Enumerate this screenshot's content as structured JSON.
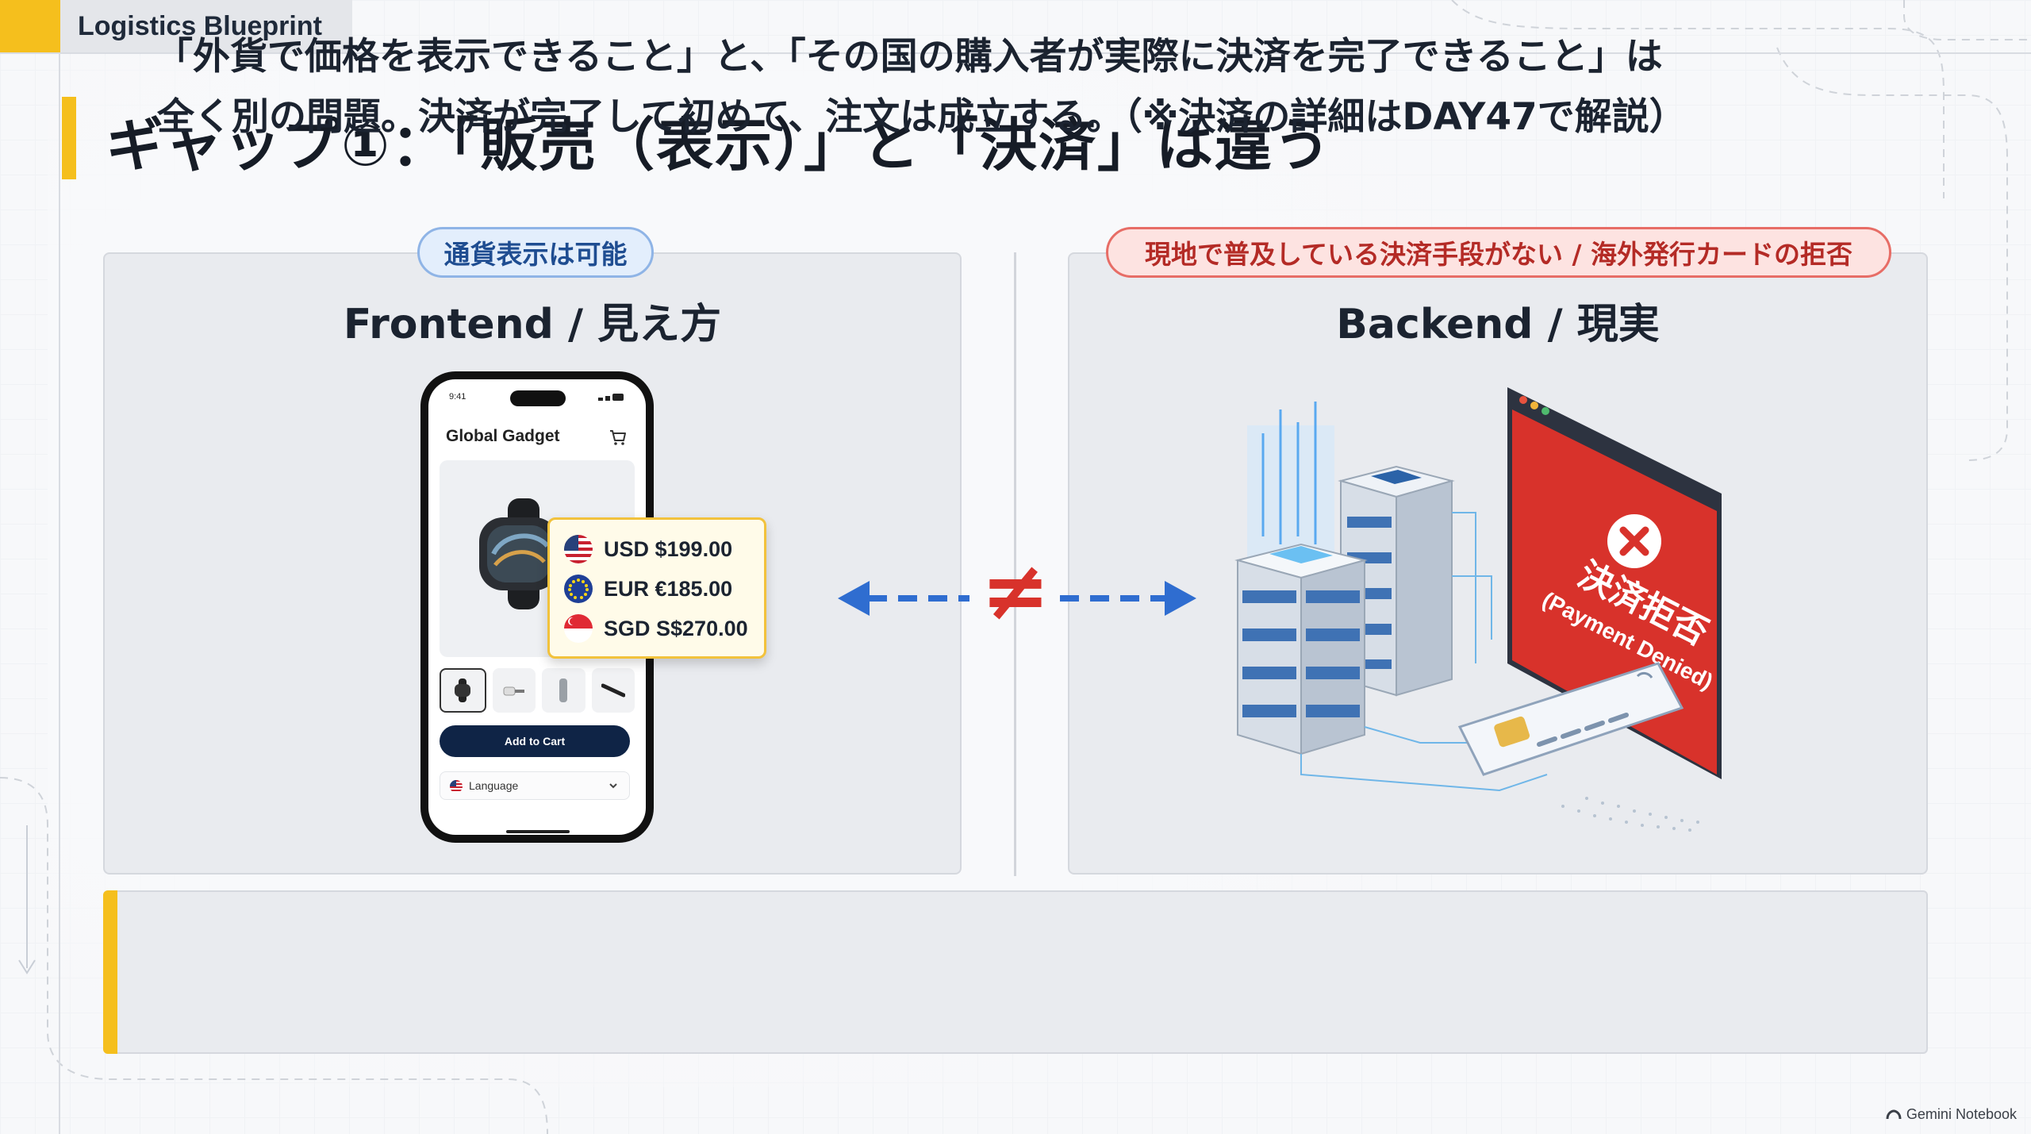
{
  "brand": {
    "name": "Logistics Blueprint"
  },
  "slide": {
    "title": "ギャップ①：「販売（表示）」と「決済」は違う"
  },
  "frontend": {
    "badge": "通貨表示は可能",
    "heading": "Frontend / 見え方",
    "phone": {
      "time": "9:41",
      "app_title": "Global Gadget",
      "cta": "Add to Cart",
      "language_label": "Language"
    },
    "prices": [
      {
        "currency": "USD",
        "text": "USD $199.00",
        "flag": "us-flag-icon"
      },
      {
        "currency": "EUR",
        "text": "EUR €185.00",
        "flag": "eu-flag-icon"
      },
      {
        "currency": "SGD",
        "text": "SGD S$270.00",
        "flag": "sg-flag-icon"
      }
    ]
  },
  "comparison": {
    "symbol": "≠"
  },
  "backend": {
    "badge": "現地で普及している決済手段がない / 海外発行カードの拒否",
    "heading": "Backend / 現実",
    "denied_main": "決済拒否",
    "denied_sub": "(Payment Denied)"
  },
  "message": {
    "line1": "「外貨で価格を表示できること」と、「その国の購入者が実際に決済を完了できること」は",
    "line2": "全く別の問題。決済が完了して初めて、注文は成立する。（※決済の詳細はDAY47で解説）"
  },
  "footer": {
    "watermark": "Gemini Notebook"
  },
  "colors": {
    "accent": "#f5bf1d",
    "navy": "#0f2446",
    "arrow_blue": "#2f6dd0",
    "alert_red": "#d8322b"
  }
}
